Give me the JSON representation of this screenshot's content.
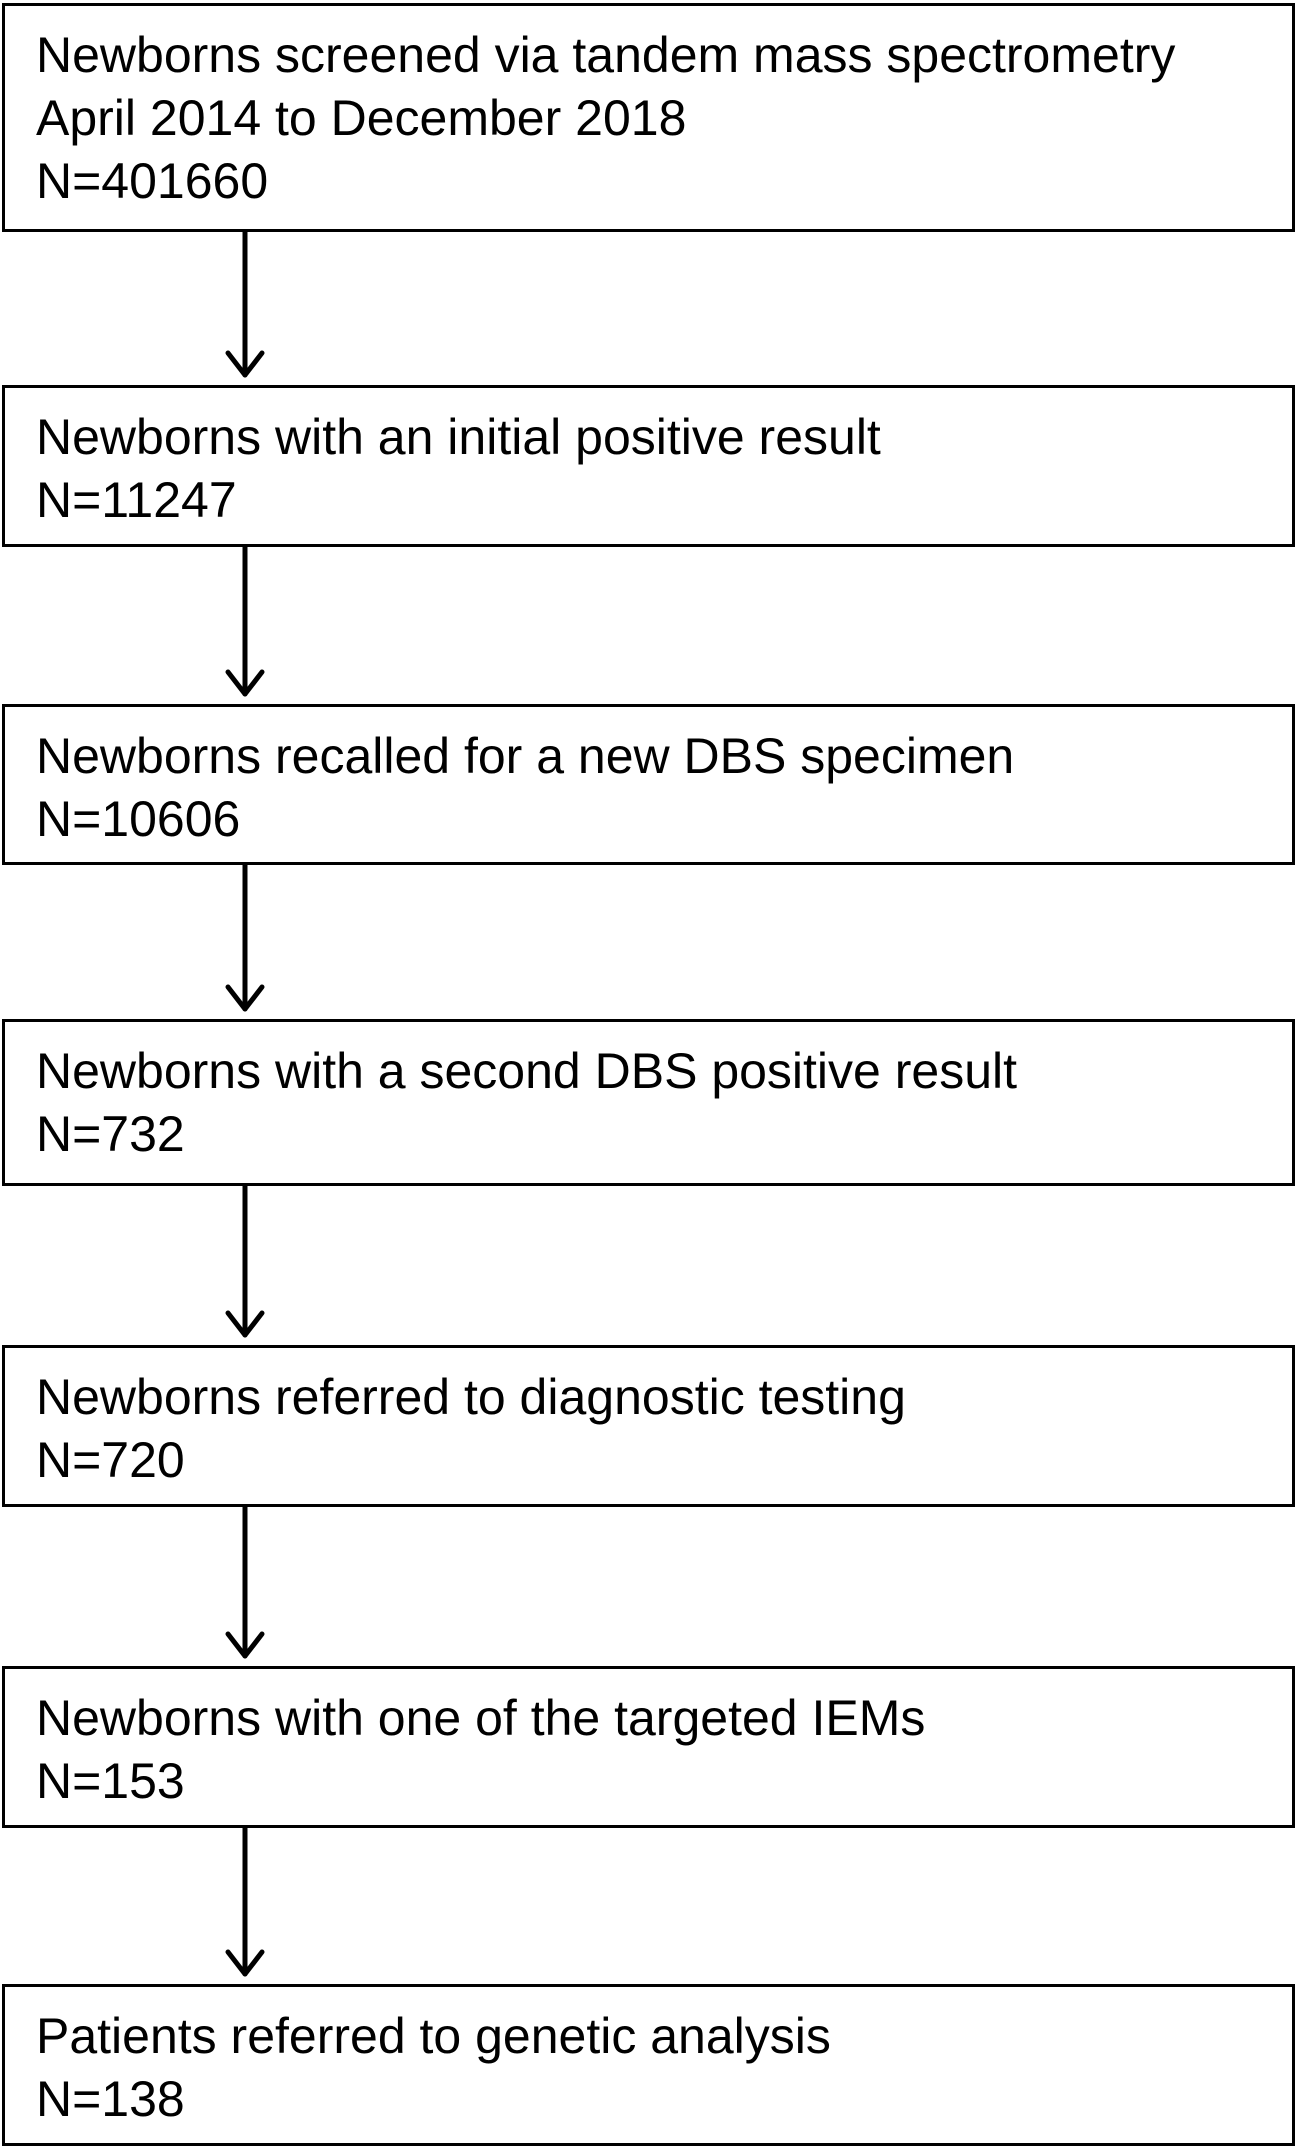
{
  "flowchart": {
    "steps": [
      {
        "lines": [
          "Newborns screened via tandem mass spectrometry",
          "April 2014 to December 2018",
          "N=401660"
        ]
      },
      {
        "lines": [
          "Newborns with an initial positive result",
          "N=11247"
        ]
      },
      {
        "lines": [
          "Newborns recalled for a new DBS specimen",
          "N=10606"
        ]
      },
      {
        "lines": [
          "Newborns with a second DBS positive result",
          "N=732"
        ]
      },
      {
        "lines": [
          "Newborns referred to diagnostic testing",
          "N=720"
        ]
      },
      {
        "lines": [
          "Newborns with one of the targeted IEMs",
          "N=153"
        ]
      },
      {
        "lines": [
          "Patients referred to genetic analysis",
          "N=138"
        ]
      }
    ],
    "colors": {
      "border": "#000000",
      "text": "#000000",
      "arrow": "#000000",
      "background": "#ffffff"
    }
  }
}
